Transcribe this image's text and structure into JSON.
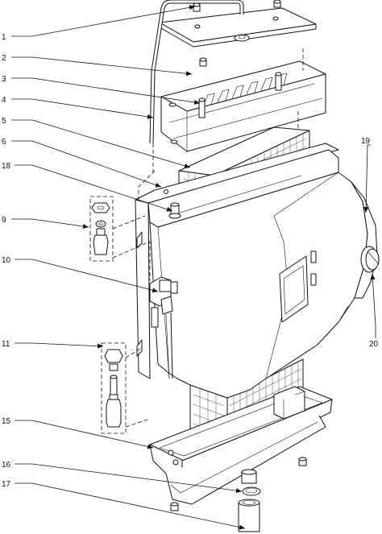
{
  "callouts": {
    "c1": "1",
    "c2": "2",
    "c3": "3",
    "c4": "4",
    "c5": "5",
    "c6": "6",
    "c18": "18",
    "c9": "9",
    "c10": "10",
    "c11": "11",
    "c15": "15",
    "c16": "16",
    "c17": "17",
    "c19": "19",
    "c20": "20"
  },
  "colors": {
    "line": "#111111",
    "background": "#ffffff"
  }
}
